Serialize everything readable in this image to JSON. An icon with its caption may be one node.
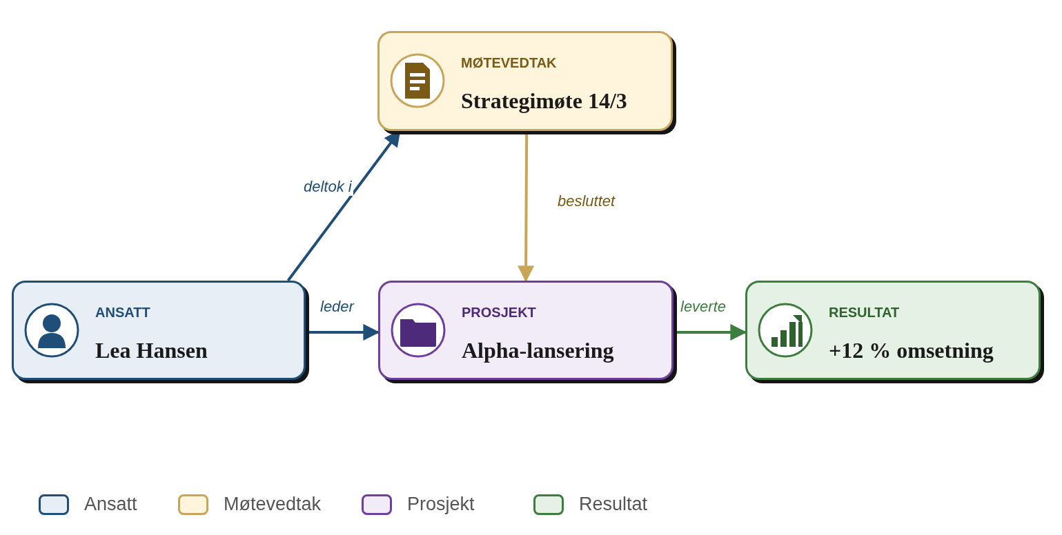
{
  "diagram": {
    "nodes": [
      {
        "text": [
          "ANSATT",
          "Lea Hansen"
        ]
      },
      {
        "text": [
          "MØTEVEDTAK",
          "Strategimøte 14/3"
        ]
      },
      {
        "text": [
          "PROSJEKT",
          "Alpha-lansering"
        ]
      },
      {
        "text": [
          "RESULTAT",
          "+12 % omsetning"
        ]
      }
    ],
    "edges": [
      {
        "from": 0,
        "to": 1,
        "label": "deltok i",
        "arrow": "to",
        "color": "#1f4e79"
      },
      {
        "from": 1,
        "to": 2,
        "label": "besluttet",
        "arrow": "to",
        "color": "#c9a55a"
      },
      {
        "from": 0,
        "to": 2,
        "label": "leder",
        "arrow": "to",
        "color": "#1f4e79"
      },
      {
        "from": 2,
        "to": 3,
        "label": "leverte",
        "arrow": "to",
        "color": "#3d7d3d"
      }
    ],
    "legend": [
      {
        "text": "Ansatt",
        "color": "#e8eef5"
      },
      {
        "text": "Møtevedtak",
        "color": "#fff4dc"
      },
      {
        "text": "Prosjekt",
        "color": "#f2ecf8"
      },
      {
        "text": "Resultat",
        "color": "#e4f1e4"
      }
    ]
  }
}
